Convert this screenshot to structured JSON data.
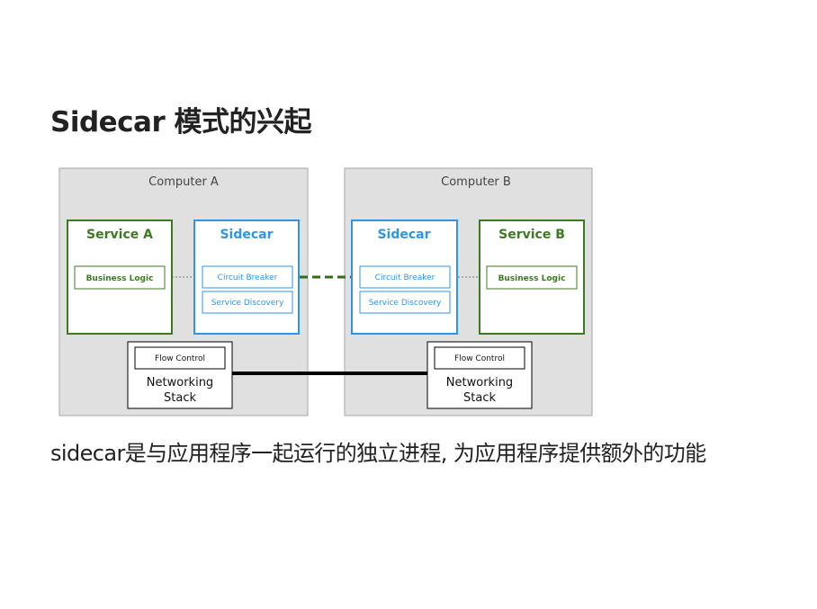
{
  "title": "Sidecar 模式的兴起",
  "caption": "sidecar是与应用程序一起运行的独立进程, 为应用程序提供额外的功能",
  "diagram": {
    "computer_a": {
      "label": "Computer A",
      "service": {
        "title": "Service A",
        "business_logic": "Business Logic"
      },
      "sidecar": {
        "title": "Sidecar",
        "circuit_breaker": "Circuit Breaker",
        "service_discovery": "Service Discovery"
      },
      "networking": {
        "flow_control": "Flow Control",
        "line1": "Networking",
        "line2": "Stack"
      }
    },
    "computer_b": {
      "label": "Computer B",
      "service": {
        "title": "Service B",
        "business_logic": "Business Logic"
      },
      "sidecar": {
        "title": "Sidecar",
        "circuit_breaker": "Circuit Breaker",
        "service_discovery": "Service Discovery"
      },
      "networking": {
        "flow_control": "Flow Control",
        "line1": "Networking",
        "line2": "Stack"
      }
    },
    "colors": {
      "computer_bg": "#e0e0e0",
      "computer_border": "#a6a6a6",
      "service_green": "#3d7a1f",
      "sidecar_blue": "#2e96e8",
      "link_green": "#2f6e12",
      "network_line": "#000000"
    }
  }
}
